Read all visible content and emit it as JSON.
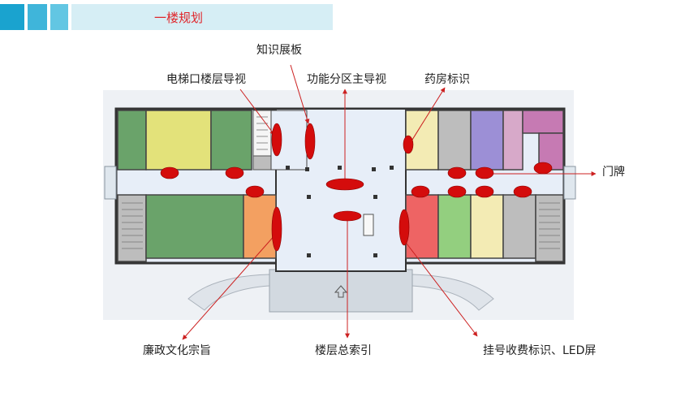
{
  "header": {
    "title": "一楼规划",
    "title_color": "#e0252a",
    "squares_colors": [
      "#1aa3cf",
      "#3fb5da",
      "#62c6e3"
    ],
    "bar_color": "#d6eef5"
  },
  "callouts": [
    {
      "id": "zhishi",
      "text": "知识展板"
    },
    {
      "id": "dianti",
      "text": "电梯口楼层导视"
    },
    {
      "id": "gongneng",
      "text": "功能分区主导视"
    },
    {
      "id": "yaofang",
      "text": "药房标识"
    },
    {
      "id": "menpai",
      "text": "门牌"
    },
    {
      "id": "lianzheng",
      "text": "廉政文化宗旨"
    },
    {
      "id": "louceng",
      "text": "楼层总索引"
    },
    {
      "id": "guahao",
      "text": "挂号收费标识、LED屏"
    }
  ],
  "colors": {
    "marker": "#d40c0c",
    "leader": "#cc2020",
    "room_green": "#6aa36a",
    "room_yellow": "#e3e27a",
    "room_grey": "#bdbdbd",
    "room_purple": "#9c8fd6",
    "room_pink": "#d7a9c9",
    "room_magenta": "#c67ab3",
    "room_orange": "#f3a061",
    "room_red": "#ee6464",
    "room_lightgreen": "#93cf7f",
    "room_cream": "#f3ebb4",
    "corridor": "#e7eef8"
  }
}
